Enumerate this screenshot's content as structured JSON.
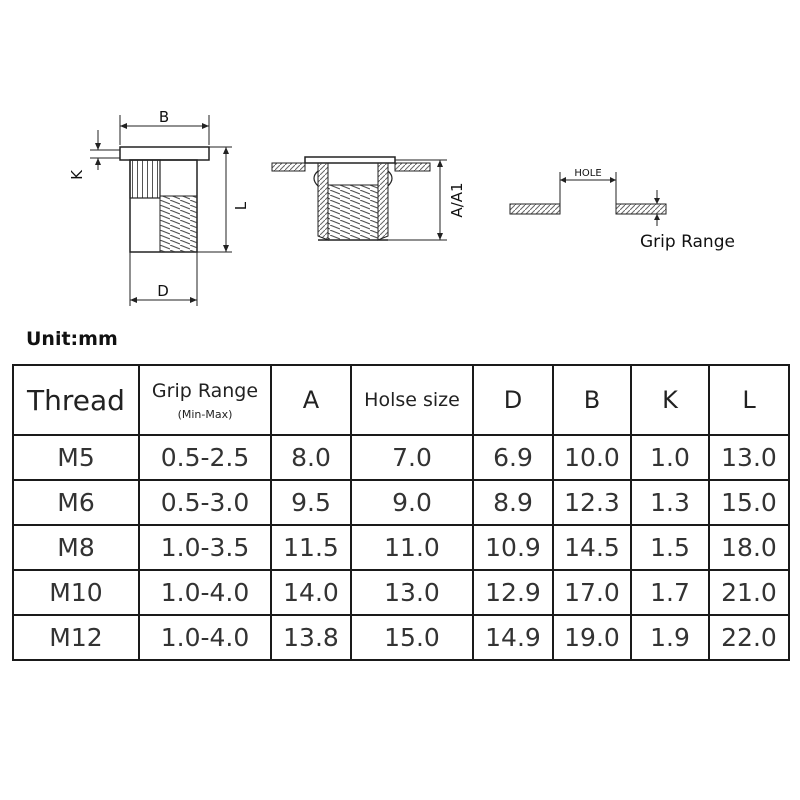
{
  "drawing": {
    "dim_B": "B",
    "dim_K": "K",
    "dim_L": "L",
    "dim_D": "D",
    "dim_A": "A/A1",
    "hole_label": "HOLE",
    "grip_label": "Grip Range"
  },
  "unit_label": "Unit:mm",
  "table": {
    "headers": {
      "thread": "Thread",
      "grip": "Grip Range",
      "grip_sub": "(Min-Max)",
      "a": "A",
      "hole": "Holse size",
      "d": "D",
      "b": "B",
      "k": "K",
      "l": "L"
    },
    "rows": [
      {
        "thread": "M5",
        "grip": "0.5-2.5",
        "a": "8.0",
        "hole": "7.0",
        "d": "6.9",
        "b": "10.0",
        "k": "1.0",
        "l": "13.0"
      },
      {
        "thread": "M6",
        "grip": "0.5-3.0",
        "a": "9.5",
        "hole": "9.0",
        "d": "8.9",
        "b": "12.3",
        "k": "1.3",
        "l": "15.0"
      },
      {
        "thread": "M8",
        "grip": "1.0-3.5",
        "a": "11.5",
        "hole": "11.0",
        "d": "10.9",
        "b": "14.5",
        "k": "1.5",
        "l": "18.0"
      },
      {
        "thread": "M10",
        "grip": "1.0-4.0",
        "a": "14.0",
        "hole": "13.0",
        "d": "12.9",
        "b": "17.0",
        "k": "1.7",
        "l": "21.0"
      },
      {
        "thread": "M12",
        "grip": "1.0-4.0",
        "a": "13.8",
        "hole": "15.0",
        "d": "14.9",
        "b": "19.0",
        "k": "1.9",
        "l": "22.0"
      }
    ]
  }
}
